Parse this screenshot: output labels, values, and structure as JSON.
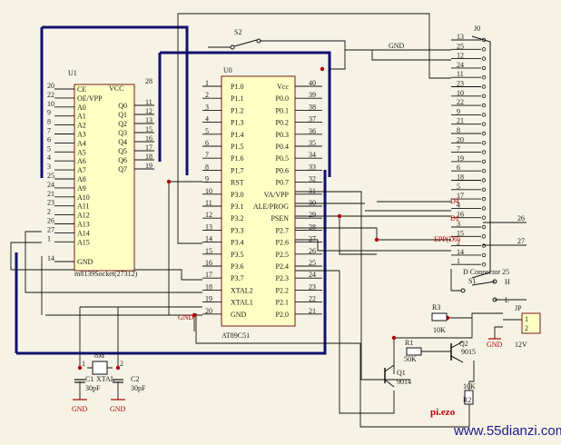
{
  "u1": {
    "designator": "U1",
    "part": "m8139Socket(27312)",
    "left_pins": [
      "CE",
      "OE/VPP",
      "A0",
      "A1",
      "A2",
      "A3",
      "A4",
      "A5",
      "A6",
      "A7",
      "A8",
      "A9",
      "A10",
      "A11",
      "A12",
      "A13",
      "A14",
      "A15",
      "GND"
    ],
    "left_nums": [
      "20",
      "22",
      "10",
      "9",
      "8",
      "7",
      "6",
      "5",
      "4",
      "3",
      "25",
      "24",
      "21",
      "23",
      "2",
      "26",
      "27",
      "1",
      "14"
    ],
    "top_right_pin": "VCC",
    "top_right_num": "28",
    "data_pins": [
      "Q0",
      "Q1",
      "Q2",
      "Q3",
      "Q4",
      "Q5",
      "Q6",
      "Q7"
    ],
    "data_nums": [
      "11",
      "12",
      "13",
      "15",
      "16",
      "17",
      "18",
      "19"
    ]
  },
  "u0": {
    "designator": "U0",
    "part": "AT89C51",
    "left_pins": [
      "P1.0",
      "P1.1",
      "P1.2",
      "P1.3",
      "P1.4",
      "P1.5",
      "P1.6",
      "P1.7",
      "RST",
      "P3.0",
      "P3.1",
      "P3.2",
      "P3.3",
      "P3.4",
      "P3.5",
      "P3.6",
      "P3.7",
      "XTAL2",
      "XTAL1",
      "GND"
    ],
    "left_nums": [
      "1",
      "2",
      "3",
      "4",
      "5",
      "6",
      "7",
      "8",
      "9",
      "10",
      "11",
      "12",
      "13",
      "14",
      "15",
      "16",
      "17",
      "18",
      "19",
      "20"
    ],
    "right_pins": [
      "Vcc",
      "P0.0",
      "P0.1",
      "P0.2",
      "P0.3",
      "P0.4",
      "P0.5",
      "P0.6",
      "P0.7",
      "VA/VPP",
      "ALE/PROG",
      "PSEN",
      "P2.7",
      "P2.6",
      "P2.5",
      "P2.4",
      "P2.3",
      "P2.2",
      "P2.1",
      "P2.0"
    ],
    "right_nums": [
      "40",
      "39",
      "38",
      "37",
      "36",
      "35",
      "34",
      "33",
      "32",
      "31",
      "30",
      "29",
      "28",
      "27",
      "26",
      "25",
      "24",
      "23",
      "22",
      "21"
    ]
  },
  "j0": {
    "designator": "J0",
    "part": "D Connector 25",
    "pins": [
      "13",
      "25",
      "12",
      "24",
      "11",
      "23",
      "10",
      "22",
      "9",
      "21",
      "8",
      "20",
      "7",
      "19",
      "6",
      "18",
      "5",
      "17",
      "4",
      "16",
      "3",
      "15",
      "2",
      "14",
      "1"
    ],
    "outer_labels": {
      "d4": "D4",
      "d1": "D1",
      "d0": "EPP(D0)",
      "n26": "26",
      "n27": "27"
    }
  },
  "labels": {
    "s2": "S2",
    "gnd_top": "GND",
    "s1": "S1",
    "h": "H",
    "l": "L",
    "jp": "JP",
    "jp_pin1": "1",
    "jp_pin2": "2",
    "v12": "12V",
    "gnd_jp": "GND",
    "r3": "R3",
    "r3_val": "10K",
    "r1": "R1",
    "r1_val": "50K",
    "q2": "Q2",
    "q2_part": "9015",
    "q1": "Q1",
    "q1_part": "9014",
    "r2_val": "10K",
    "r2": "R2",
    "piezo": "pi.ezo",
    "xtal_top": "8M",
    "xtal_pin1": "1",
    "xtal_pin2": "2",
    "xtal": "XTAL",
    "c1": "C1",
    "c1_val": "30pF",
    "c2": "C2",
    "c2_val": "30pF",
    "gnd_c1": "GND",
    "gnd_c2": "GND",
    "gnd_mid": "GND",
    "watermark": "www.55dianzi.com"
  }
}
